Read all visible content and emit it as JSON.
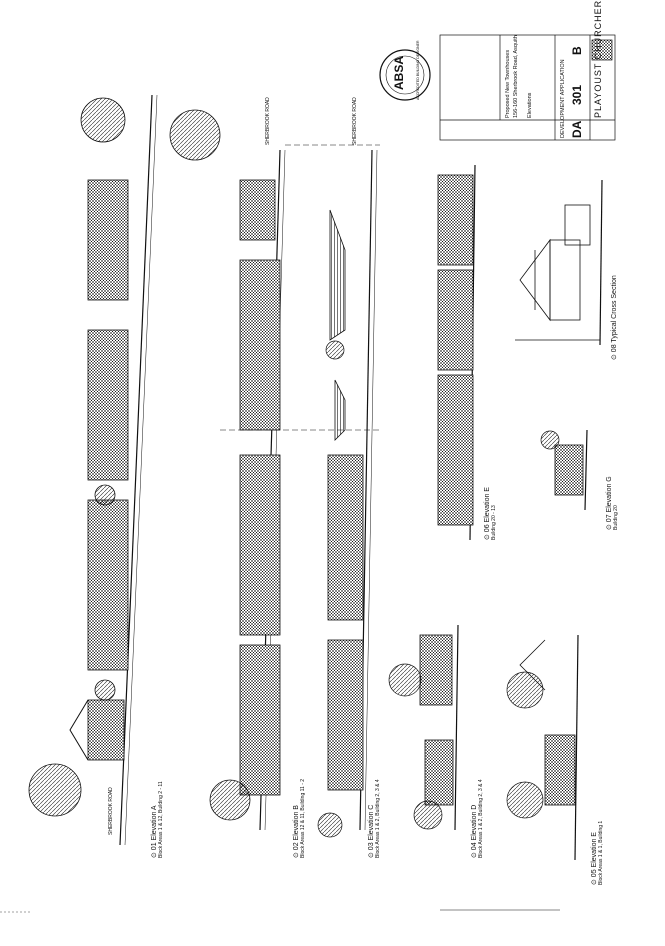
{
  "drawing": {
    "elevations": [
      {
        "id": "01",
        "title": "Elevation A",
        "subtitle": "Block Areas 1 & 12, Building 2 - 11"
      },
      {
        "id": "02",
        "title": "Elevation B",
        "subtitle": "Block Areas 12 & 11, Building 11 - 2"
      },
      {
        "id": "03",
        "title": "Elevation C",
        "subtitle": "Block Areas 1 & 2, Building 2, 3 & 4"
      },
      {
        "id": "04",
        "title": "Elevation D",
        "subtitle": "Block Areas 1 & 2, Building 2, 3 & 4"
      },
      {
        "id": "05",
        "title": "Elevation E",
        "subtitle": "Block Areas 1 & 1, Building 1"
      },
      {
        "id": "06",
        "title": "Elevation E",
        "subtitle": "Building 20 - 13"
      },
      {
        "id": "07",
        "title": "Elevation G",
        "subtitle": "Building 20"
      },
      {
        "id": "08",
        "title": "Typical Cross Section",
        "subtitle": ""
      }
    ],
    "road_label_1": "SHERBROOK ROAD",
    "road_label_2": "SHERBROOK ROAD",
    "road_label_3": "SHERBROOK ROAD"
  },
  "stamp": {
    "logo": "ABSA",
    "text": "ACCREDITED BUILDING DESIGNER"
  },
  "title_block": {
    "project": "Proposed New Townhouses",
    "address": "156-160 Sherbrook Road, Asquith",
    "sheet_name": "Elevations",
    "stage": "DEVELOPMENT APPLICATION",
    "code": "DA",
    "number": "301",
    "revision": "B",
    "firm": "PLAYOUST CHURCHER"
  },
  "colors": {
    "ink": "#111111",
    "paper": "#ffffff"
  }
}
